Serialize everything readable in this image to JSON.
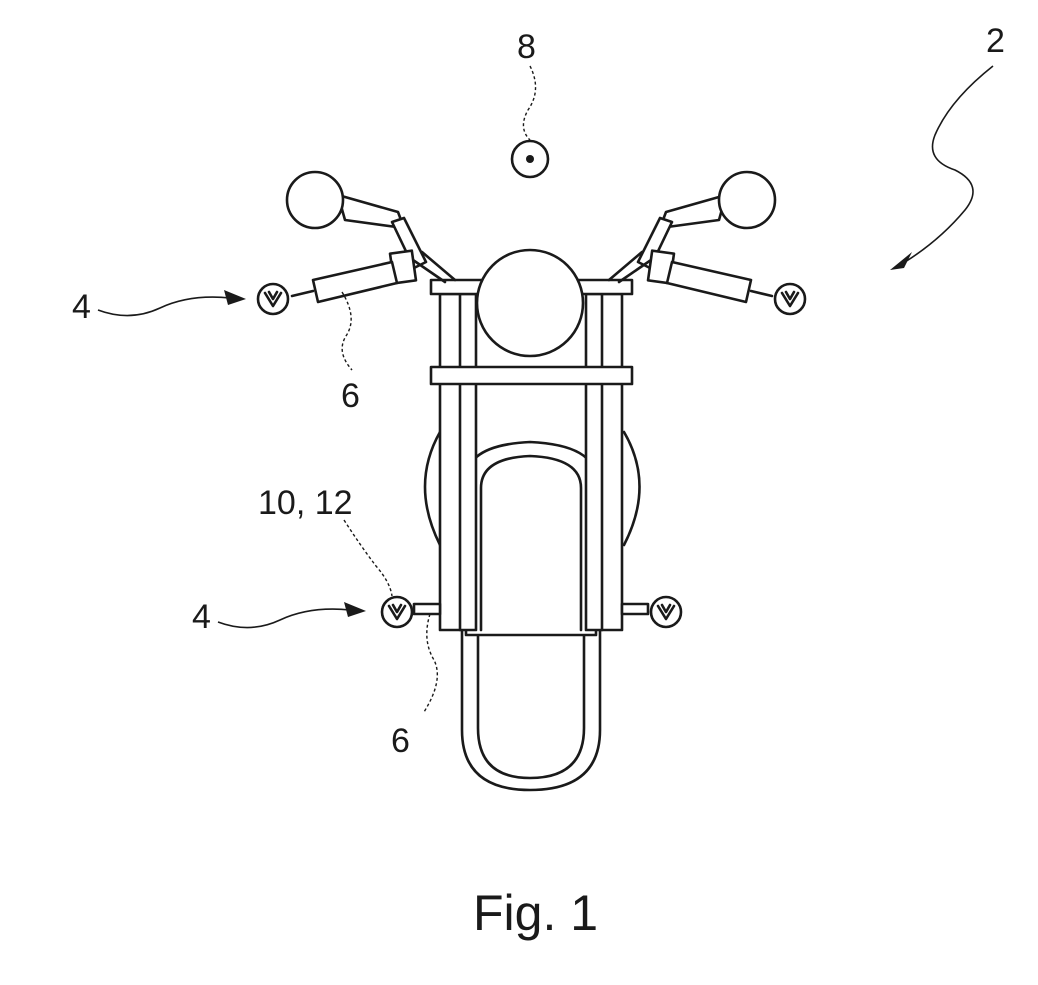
{
  "labels": {
    "sensor": "8",
    "vehicle": "2",
    "light_upper_left": "4",
    "grip_upper_left": "6",
    "light_lower_left_ref": "10, 12",
    "light_lower_left": "4",
    "mount_lower_left": "6"
  },
  "caption": "Fig. 1",
  "colors": {
    "ink": "#1a1a1a",
    "paper": "#ffffff"
  }
}
